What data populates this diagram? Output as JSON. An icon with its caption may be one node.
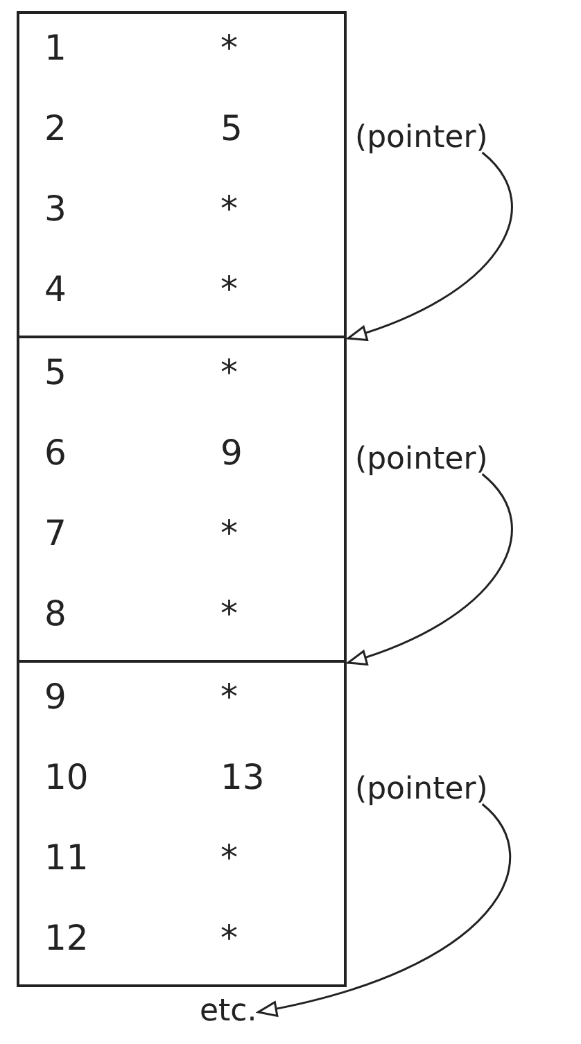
{
  "diagram": {
    "nodes": [
      {
        "text": [
          "1",
          "*",
          "2",
          "5",
          "3",
          "*",
          "4",
          "*"
        ]
      },
      {
        "text": [
          "(pointer)"
        ]
      },
      {
        "text": [
          "5",
          "*",
          "6",
          "9",
          "7",
          "*",
          "8",
          "*"
        ]
      },
      {
        "text": [
          "(pointer)"
        ]
      },
      {
        "text": [
          "9",
          "*",
          "10",
          "13",
          "11",
          "*",
          "12",
          "*"
        ]
      },
      {
        "text": [
          "(pointer)"
        ]
      },
      {
        "text": [
          "etc."
        ]
      }
    ],
    "edges": [
      {
        "from": 1,
        "to": 2,
        "arrow": "to"
      },
      {
        "from": 3,
        "to": 4,
        "arrow": "to"
      },
      {
        "from": 5,
        "to": 6,
        "arrow": "to"
      }
    ]
  }
}
